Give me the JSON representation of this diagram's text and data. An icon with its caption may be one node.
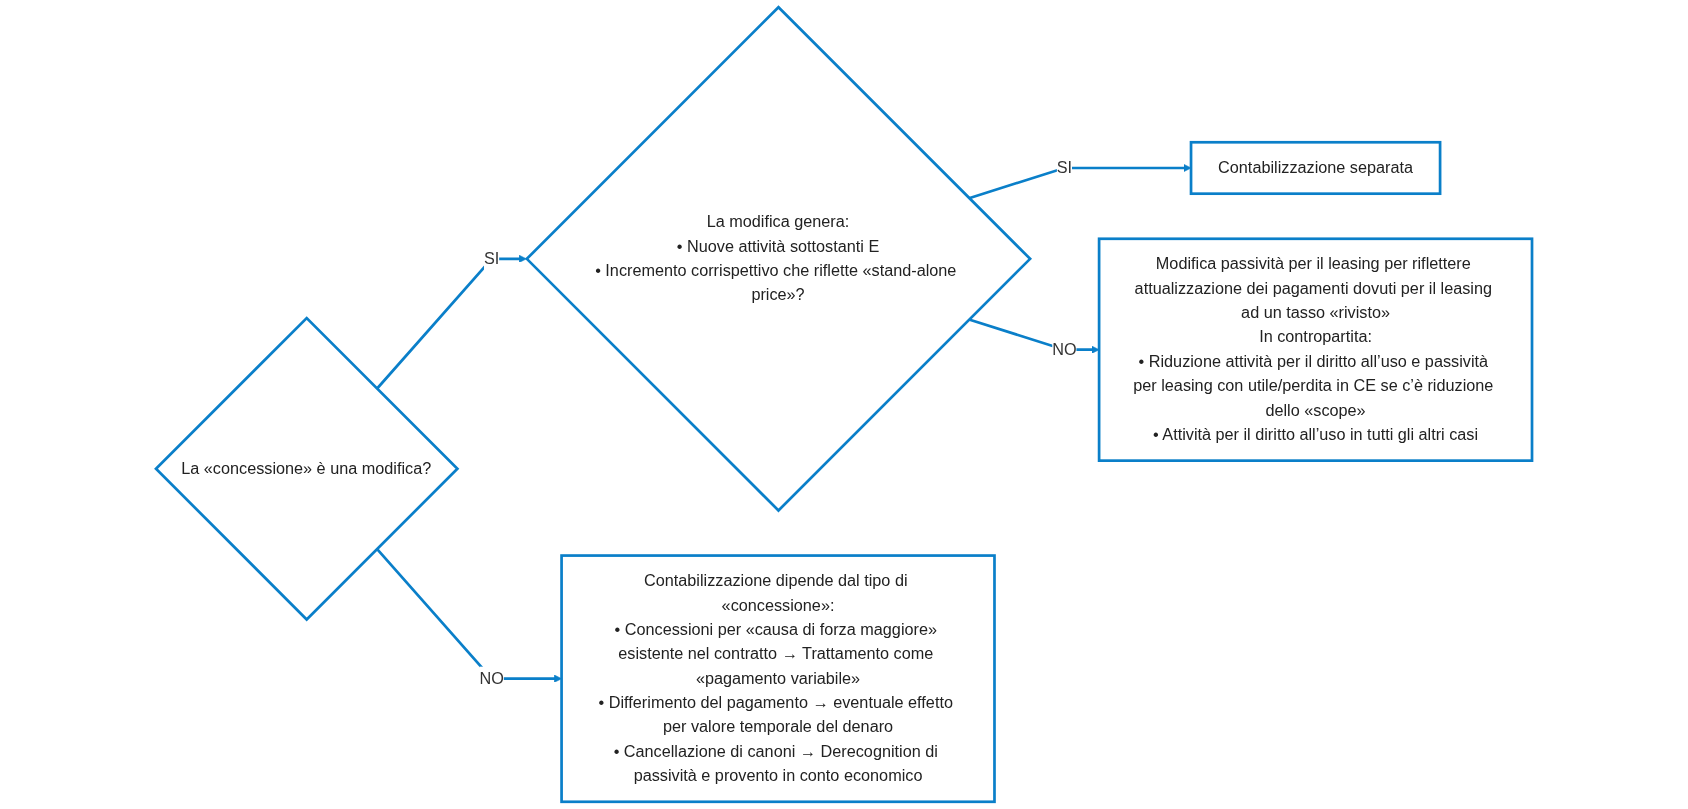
{
  "diagram": {
    "nodes": [
      {
        "text": [
          "La «concessione» è una modifica?"
        ]
      },
      {
        "text": [
          "La modifica genera:",
          "• Nuove attività sottostanti E",
          "• Incremento corrispettivo che riflette «stand-alone price»?"
        ]
      },
      {
        "text": [
          "Contabilizzazione separata"
        ]
      },
      {
        "text": [
          "Modifica passività per il leasing per riflettere attualizzazione dei pagamenti dovuti per il leasing ad un tasso «rivisto»",
          "In contropartita:",
          "• Riduzione attività per il diritto all’uso e passività per leasing con utile/perdita in CE se c’è riduzione dello «scope»",
          "• Attività per il diritto all’uso in tutti gli altri casi"
        ]
      },
      {
        "text": [
          "Contabilizzazione dipende dal tipo di «concessione»:",
          "• Concessioni per «causa di forza maggiore» esistente nel contratto → Trattamento come «pagamento variabile»",
          "• Differimento del pagamento → eventuale effetto per valore temporale del denaro",
          "• Cancellazione di canoni → Derecognition di passività e provento in conto economico"
        ]
      }
    ],
    "edges": [
      {
        "from": 0,
        "to": 1,
        "arrow": "to",
        "label": "SI"
      },
      {
        "from": 0,
        "to": 4,
        "arrow": "to",
        "label": "NO"
      },
      {
        "from": 1,
        "to": 2,
        "arrow": "to",
        "label": "SI"
      },
      {
        "from": 1,
        "to": 3,
        "arrow": "to",
        "label": "NO"
      }
    ]
  }
}
